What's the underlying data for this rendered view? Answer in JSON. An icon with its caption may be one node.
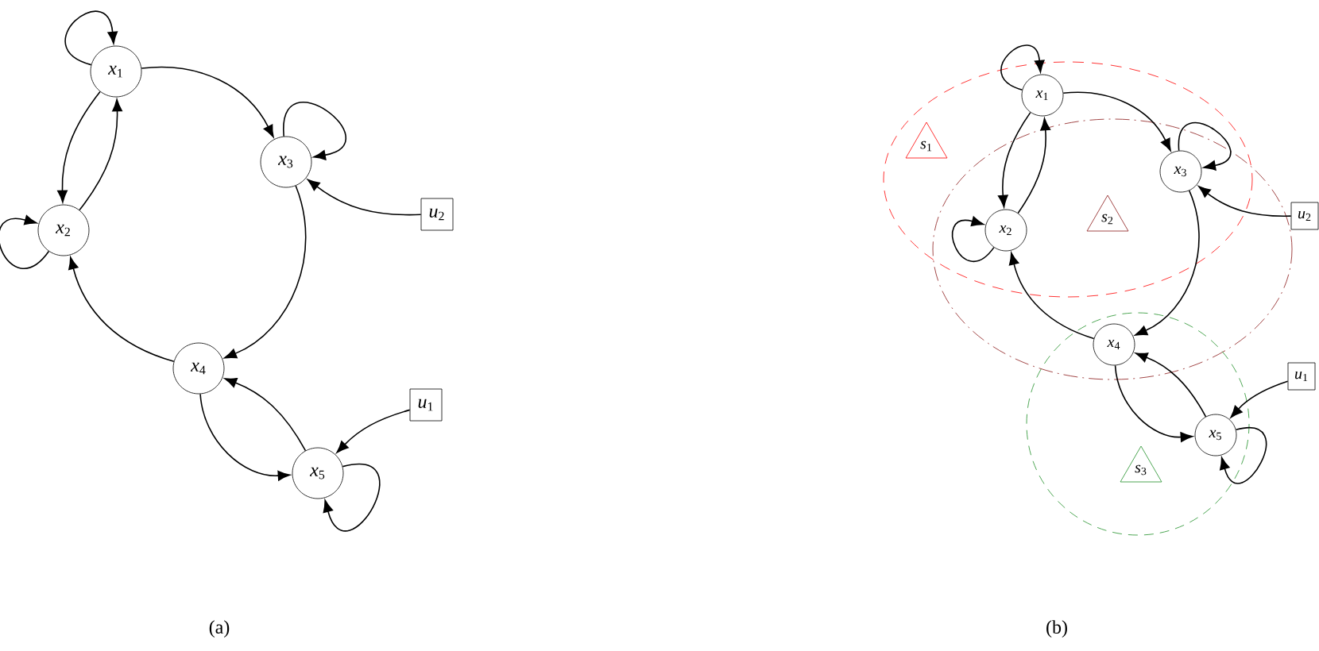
{
  "diagram": {
    "nodes": [
      {
        "text": [
          "*x*$_{1}$"
        ]
      },
      {
        "text": [
          "*x*$_{2}$"
        ]
      },
      {
        "text": [
          "*x*$_{3}$"
        ]
      },
      {
        "text": [
          "*x*$_{4}$"
        ]
      },
      {
        "text": [
          "*x*$_{5}$"
        ]
      },
      {
        "text": [
          "*u*$_{1}$"
        ]
      },
      {
        "text": [
          "*u*$_{2}$"
        ]
      },
      {
        "text": [
          "*x*$_{1}$"
        ]
      },
      {
        "text": [
          "*x*$_{2}$"
        ]
      },
      {
        "text": [
          "*x*$_{3}$"
        ]
      },
      {
        "text": [
          "*x*$_{4}$"
        ]
      },
      {
        "text": [
          "*x*$_{5}$"
        ]
      },
      {
        "text": [
          "*u*$_{1}$"
        ]
      },
      {
        "text": [
          "*u*$_{2}$"
        ]
      },
      {
        "text": [
          "*s*$_{1}$"
        ]
      },
      {
        "text": [
          "*s*$_{2}$"
        ]
      },
      {
        "text": [
          "*s*$_{3}$"
        ]
      }
    ],
    "edges": [
      {
        "from": 0,
        "to": 0,
        "arrow": "to"
      },
      {
        "from": 0,
        "to": 2,
        "arrow": "to"
      },
      {
        "from": 0,
        "to": 1,
        "arrow": "to"
      },
      {
        "from": 1,
        "to": 0,
        "arrow": "to"
      },
      {
        "from": 1,
        "to": 1,
        "arrow": "to"
      },
      {
        "from": 2,
        "to": 2,
        "arrow": "to"
      },
      {
        "from": 6,
        "to": 2,
        "arrow": "to"
      },
      {
        "from": 2,
        "to": 3,
        "arrow": "to"
      },
      {
        "from": 3,
        "to": 1,
        "arrow": "to"
      },
      {
        "from": 3,
        "to": 4,
        "arrow": "to"
      },
      {
        "from": 4,
        "to": 3,
        "arrow": "to"
      },
      {
        "from": 5,
        "to": 4,
        "arrow": "to"
      },
      {
        "from": 4,
        "to": 4,
        "arrow": "to"
      },
      {
        "from": 7,
        "to": 7,
        "arrow": "to"
      },
      {
        "from": 7,
        "to": 9,
        "arrow": "to"
      },
      {
        "from": 7,
        "to": 8,
        "arrow": "to"
      },
      {
        "from": 8,
        "to": 7,
        "arrow": "to"
      },
      {
        "from": 8,
        "to": 8,
        "arrow": "to"
      },
      {
        "from": 9,
        "to": 9,
        "arrow": "to"
      },
      {
        "from": 13,
        "to": 9,
        "arrow": "to"
      },
      {
        "from": 9,
        "to": 10,
        "arrow": "to"
      },
      {
        "from": 10,
        "to": 8,
        "arrow": "to"
      },
      {
        "from": 10,
        "to": 11,
        "arrow": "to"
      },
      {
        "from": 11,
        "to": 10,
        "arrow": "to"
      },
      {
        "from": 12,
        "to": 11,
        "arrow": "to"
      },
      {
        "from": 11,
        "to": 11,
        "arrow": "to"
      }
    ],
    "labels": [
      "(a)",
      "(b)"
    ]
  }
}
